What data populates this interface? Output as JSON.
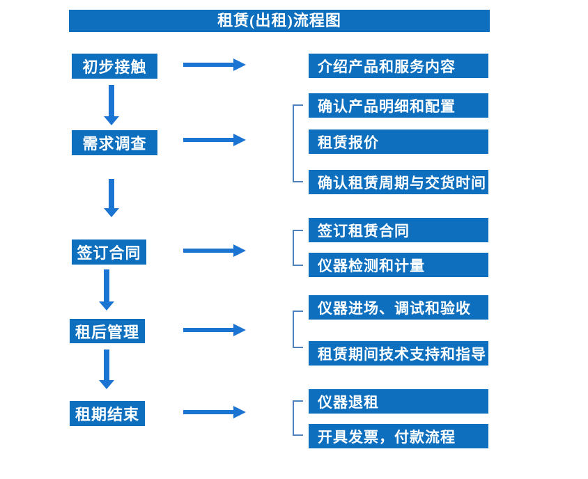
{
  "title": "租赁(出租)流程图",
  "colors": {
    "box": "#0D6FBE",
    "arrow": "#1B74D2",
    "bracket": "#4F81BD",
    "text": "#FFFFFF",
    "background": "#FFFFFF"
  },
  "stages": [
    {
      "label": "初步接触",
      "outputs": [
        "介绍产品和服务内容"
      ]
    },
    {
      "label": "需求调查",
      "outputs": [
        "确认产品明细和配置",
        "租赁报价",
        "确认租赁周期与交货时间"
      ]
    },
    {
      "label": "签订合同",
      "outputs": [
        "签订租赁合同",
        "仪器检测和计量"
      ]
    },
    {
      "label": "租后管理",
      "outputs": [
        "仪器进场、调试和验收",
        "租赁期间技术支持和指导"
      ]
    },
    {
      "label": "租期结束",
      "outputs": [
        "仪器退租",
        "开具发票，付款流程"
      ]
    }
  ]
}
